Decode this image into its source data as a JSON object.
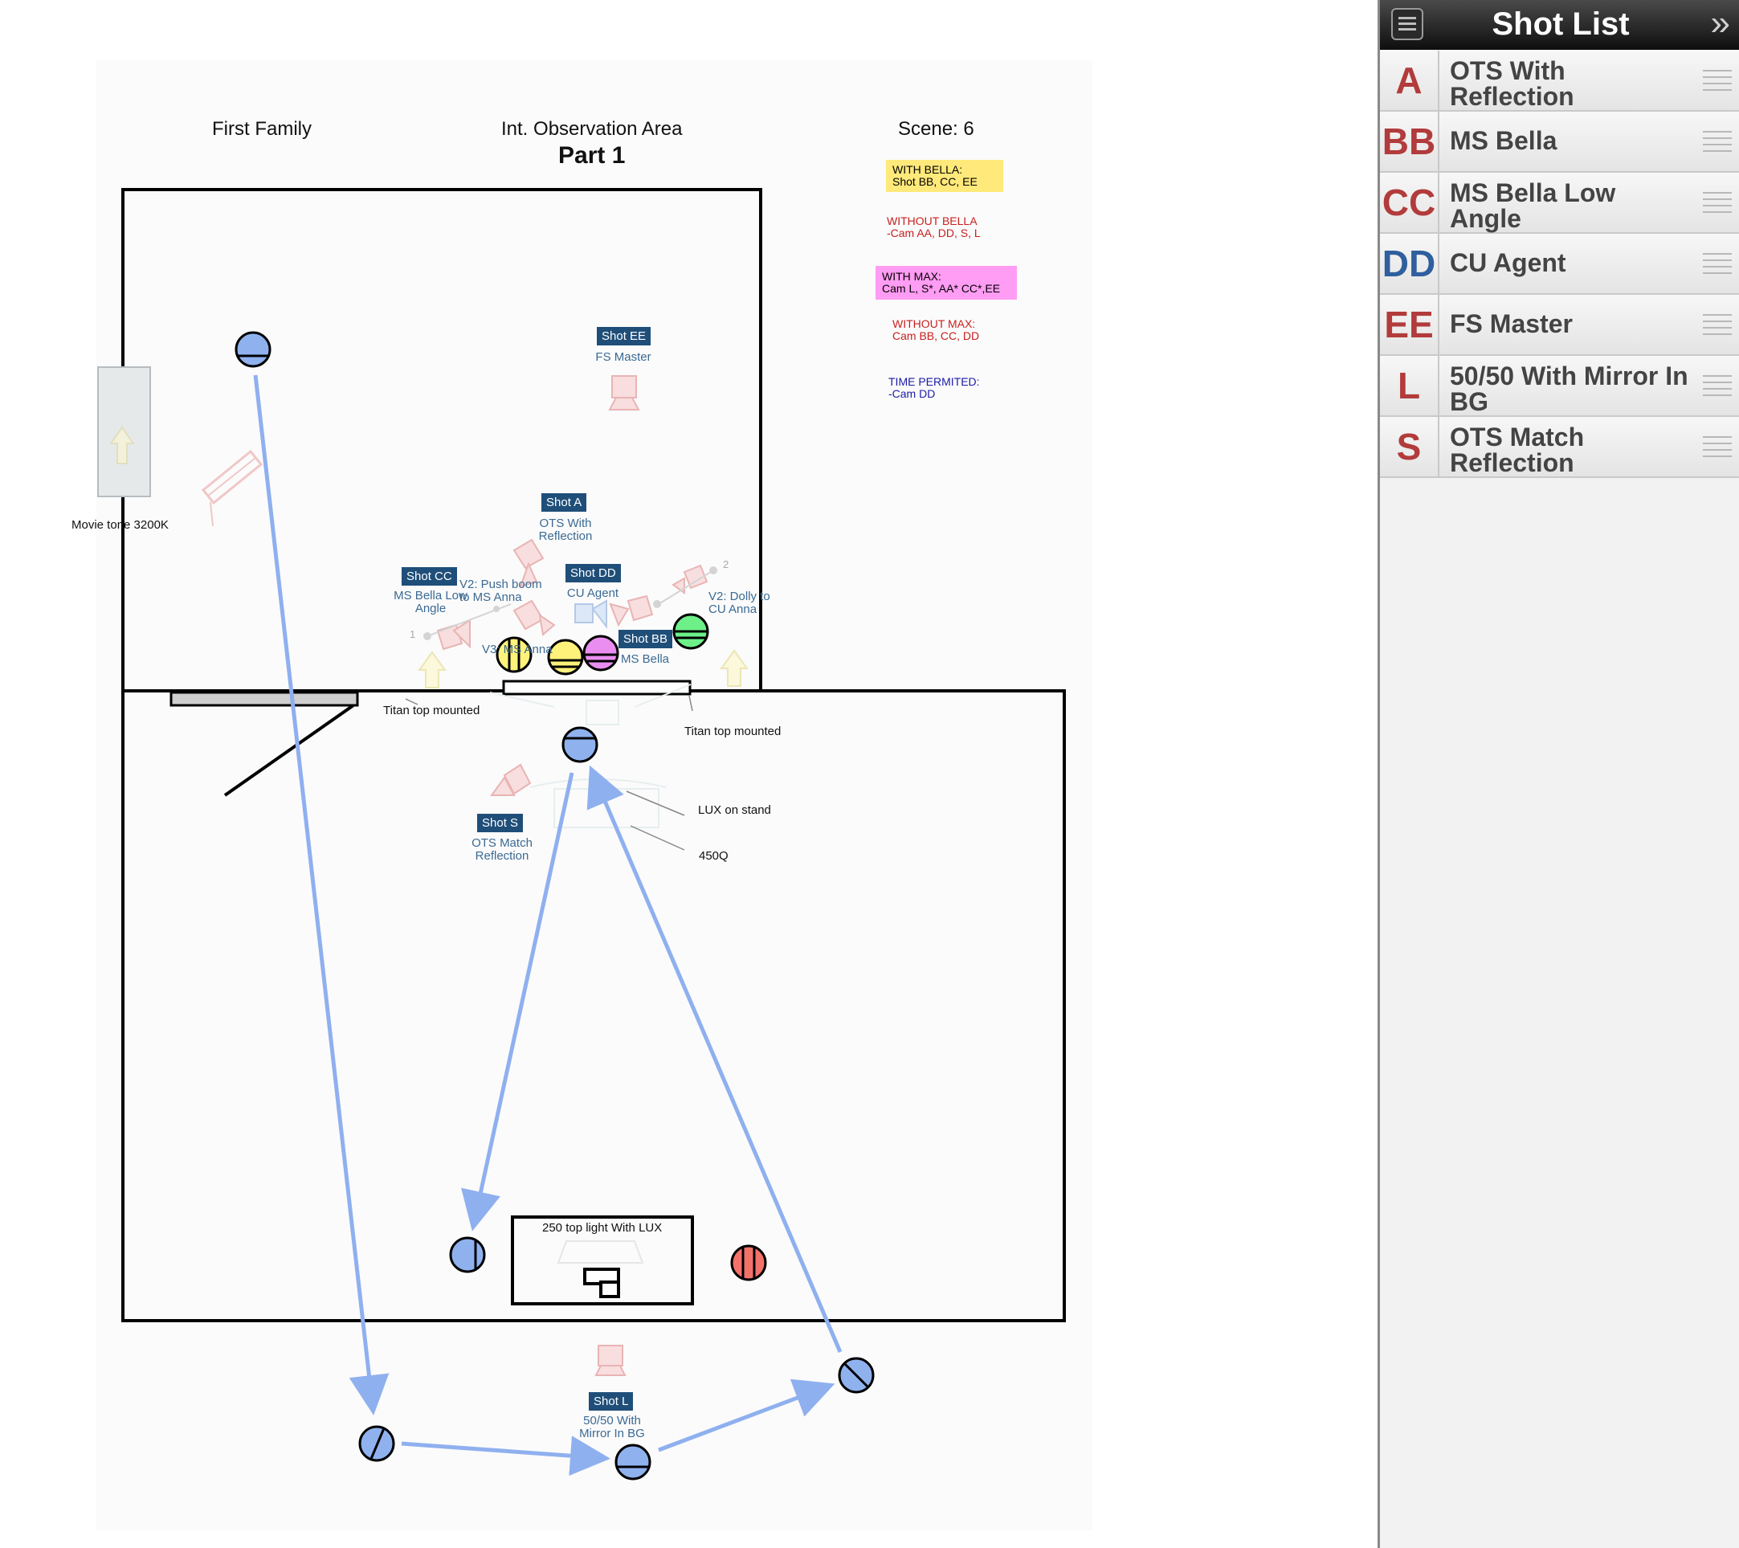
{
  "diagram": {
    "header": {
      "left": "First Family",
      "center": "Int. Observation Area",
      "center_sub": "Part 1",
      "right": "Scene: 6"
    },
    "notes": [
      {
        "id": "with-bella",
        "text": "WITH BELLA:\nShot BB, CC, EE",
        "color": "#000000",
        "bg": "#ffe97a"
      },
      {
        "id": "without-bella",
        "text": "WITHOUT BELLA\n-Cam AA, DD, S, L",
        "color": "#c8201e",
        "bg": ""
      },
      {
        "id": "with-max",
        "text": "WITH MAX:\nCam L, S*, AA* CC*,EE",
        "color": "#000000",
        "bg": "#ff9cf3"
      },
      {
        "id": "without-max",
        "text": "WITHOUT MAX:\nCam BB, CC, DD",
        "color": "#c8201e",
        "bg": ""
      },
      {
        "id": "time-permitted",
        "text": "TIME PERMITED:\n-Cam DD",
        "color": "#1b1ba6",
        "bg": ""
      }
    ],
    "shots": [
      {
        "tag": "Shot EE",
        "desc": "FS Master"
      },
      {
        "tag": "Shot A",
        "desc": "OTS With\nReflection"
      },
      {
        "tag": "Shot CC",
        "desc": "MS Bella Low\nAngle"
      },
      {
        "tag": "Shot DD",
        "desc": "CU Agent"
      },
      {
        "tag": "Shot BB",
        "desc": "MS Bella"
      },
      {
        "tag": "Shot S",
        "desc": "OTS Match\nReflection"
      },
      {
        "tag": "Shot L",
        "desc": "50/50 With\nMirror In BG"
      }
    ],
    "moves": [
      {
        "text": "V2: Push boom\nto MS Anna"
      },
      {
        "text": "V2: Dolly to\nCU Anna"
      },
      {
        "text": "V3: MS Anna"
      }
    ],
    "labels": {
      "movie_tone": "Movie tone 3200K",
      "titan_left": "Titan top mounted",
      "titan_right": "Titan top mounted",
      "lux_stand": "LUX on stand",
      "light_450q": "450Q",
      "top_light": "250 top light With LUX",
      "mark_1": "1",
      "mark_2": "2"
    }
  },
  "sidebar": {
    "title": "Shot List",
    "menu_icon": "list-icon",
    "collapse_icon": "double-chevron-right-icon",
    "items": [
      {
        "letter": "A",
        "title": "OTS With Reflection",
        "color": "#b23b3b"
      },
      {
        "letter": "BB",
        "title": "MS Bella",
        "color": "#b23b3b"
      },
      {
        "letter": "CC",
        "title": "MS Bella Low Angle",
        "color": "#b23b3b"
      },
      {
        "letter": "DD",
        "title": "CU Agent",
        "color": "#2f5f9e"
      },
      {
        "letter": "EE",
        "title": "FS Master",
        "color": "#b23b3b"
      },
      {
        "letter": "L",
        "title": "50/50 With Mirror In BG",
        "color": "#b23b3b"
      },
      {
        "letter": "S",
        "title": "OTS Match Reflection",
        "color": "#b23b3b"
      }
    ]
  }
}
